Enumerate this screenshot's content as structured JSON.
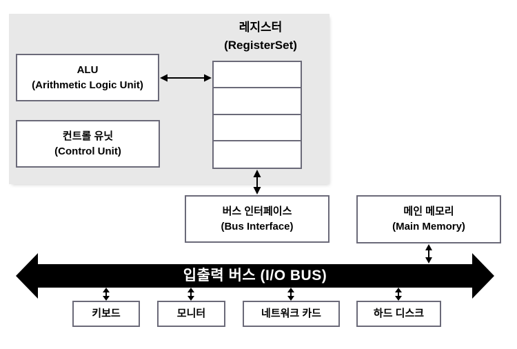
{
  "diagram": {
    "cpu": {
      "alu": {
        "line1": "ALU",
        "line2": "(Arithmetic Logic Unit)"
      },
      "control_unit": {
        "line1": "컨트롤 유닛",
        "line2": "(Control Unit)"
      },
      "register": {
        "line1": "레지스터",
        "line2": "(RegisterSet)",
        "cells": 4
      }
    },
    "bus_interface": {
      "line1": "버스 인터페이스",
      "line2": "(Bus Interface)"
    },
    "main_memory": {
      "line1": "메인 메모리",
      "line2": "(Main Memory)"
    },
    "io_bus": {
      "label": "입출력 버스 (I/O BUS)"
    },
    "peripherals": [
      {
        "label": "키보드"
      },
      {
        "label": "모니터"
      },
      {
        "label": "네트워크 카드"
      },
      {
        "label": "하드 디스크"
      }
    ],
    "colors": {
      "box_border": "#6a6978",
      "cpu_bg": "#e8e8e8",
      "bus_bg": "#000000",
      "bus_text": "#ffffff"
    }
  }
}
